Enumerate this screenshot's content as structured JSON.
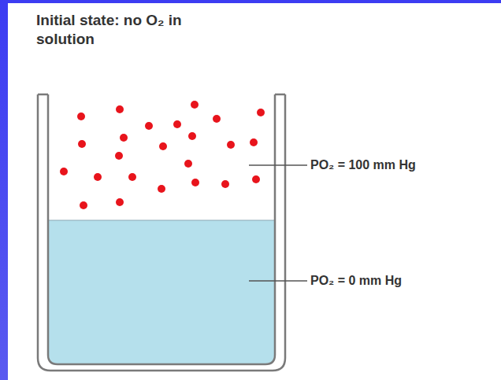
{
  "diagram": {
    "title": "Initial state: no O₂ in solution",
    "labels": [
      "PO₂ = 100 mm Hg",
      "PO₂ = 0 mm Hg"
    ]
  }
}
